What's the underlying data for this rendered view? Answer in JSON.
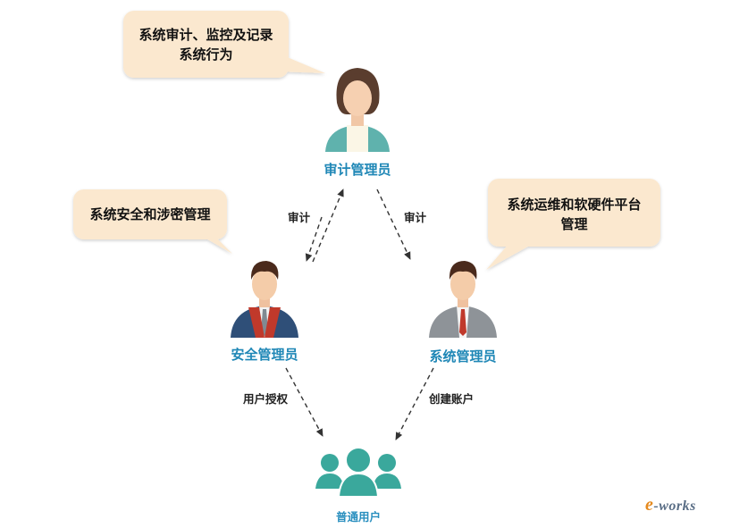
{
  "bubbles": {
    "audit_duty_line1": "系统审计、监控及记录",
    "audit_duty_line2": "系统行为",
    "security_duty": "系统安全和涉密管理",
    "system_duty_line1": "系统运维和软硬件平台",
    "system_duty_line2": "管理"
  },
  "roles": {
    "auditor": "审计管理员",
    "security_admin": "安全管理员",
    "system_admin": "系统管理员",
    "normal_users": "普通用户"
  },
  "edges": {
    "audit_left": "审计",
    "audit_right": "审计",
    "user_authorization": "用户授权",
    "create_account": "创建账户"
  },
  "logo": {
    "first": "e",
    "rest": "-works"
  },
  "colors": {
    "bubble_fill": "#fbe8cf",
    "role_text": "#1f87b6",
    "user_icon": "#3aa89c"
  }
}
